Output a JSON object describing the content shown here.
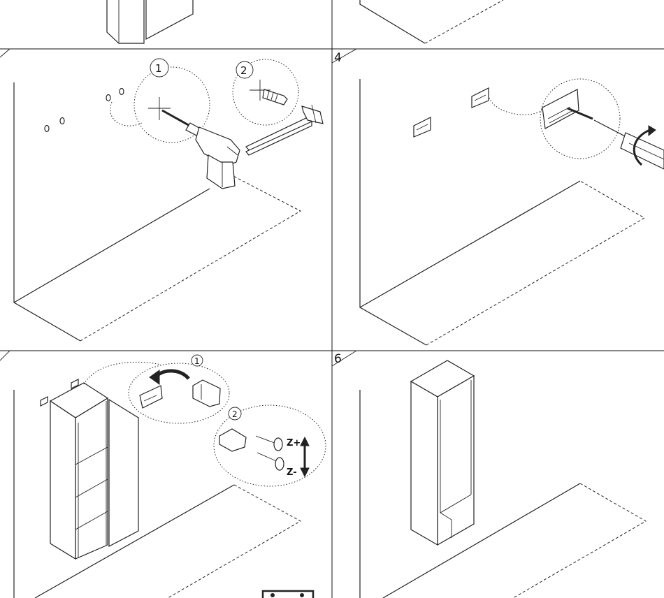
{
  "steps": {
    "step4": {
      "number": "4"
    },
    "step6": {
      "number": "6"
    }
  },
  "callouts": {
    "drill_detail": "1",
    "anchor_detail": "2",
    "hook_detail": "1",
    "adjust_detail": "2"
  },
  "adjust_labels": {
    "up": "Z+",
    "down": "Z-"
  },
  "icon_names": [
    "drill-icon",
    "wall-plug-icon",
    "spirit-level-icon",
    "screwdriver-icon",
    "wall-hanger-icon",
    "cabinet-icon",
    "arrow-icon"
  ]
}
